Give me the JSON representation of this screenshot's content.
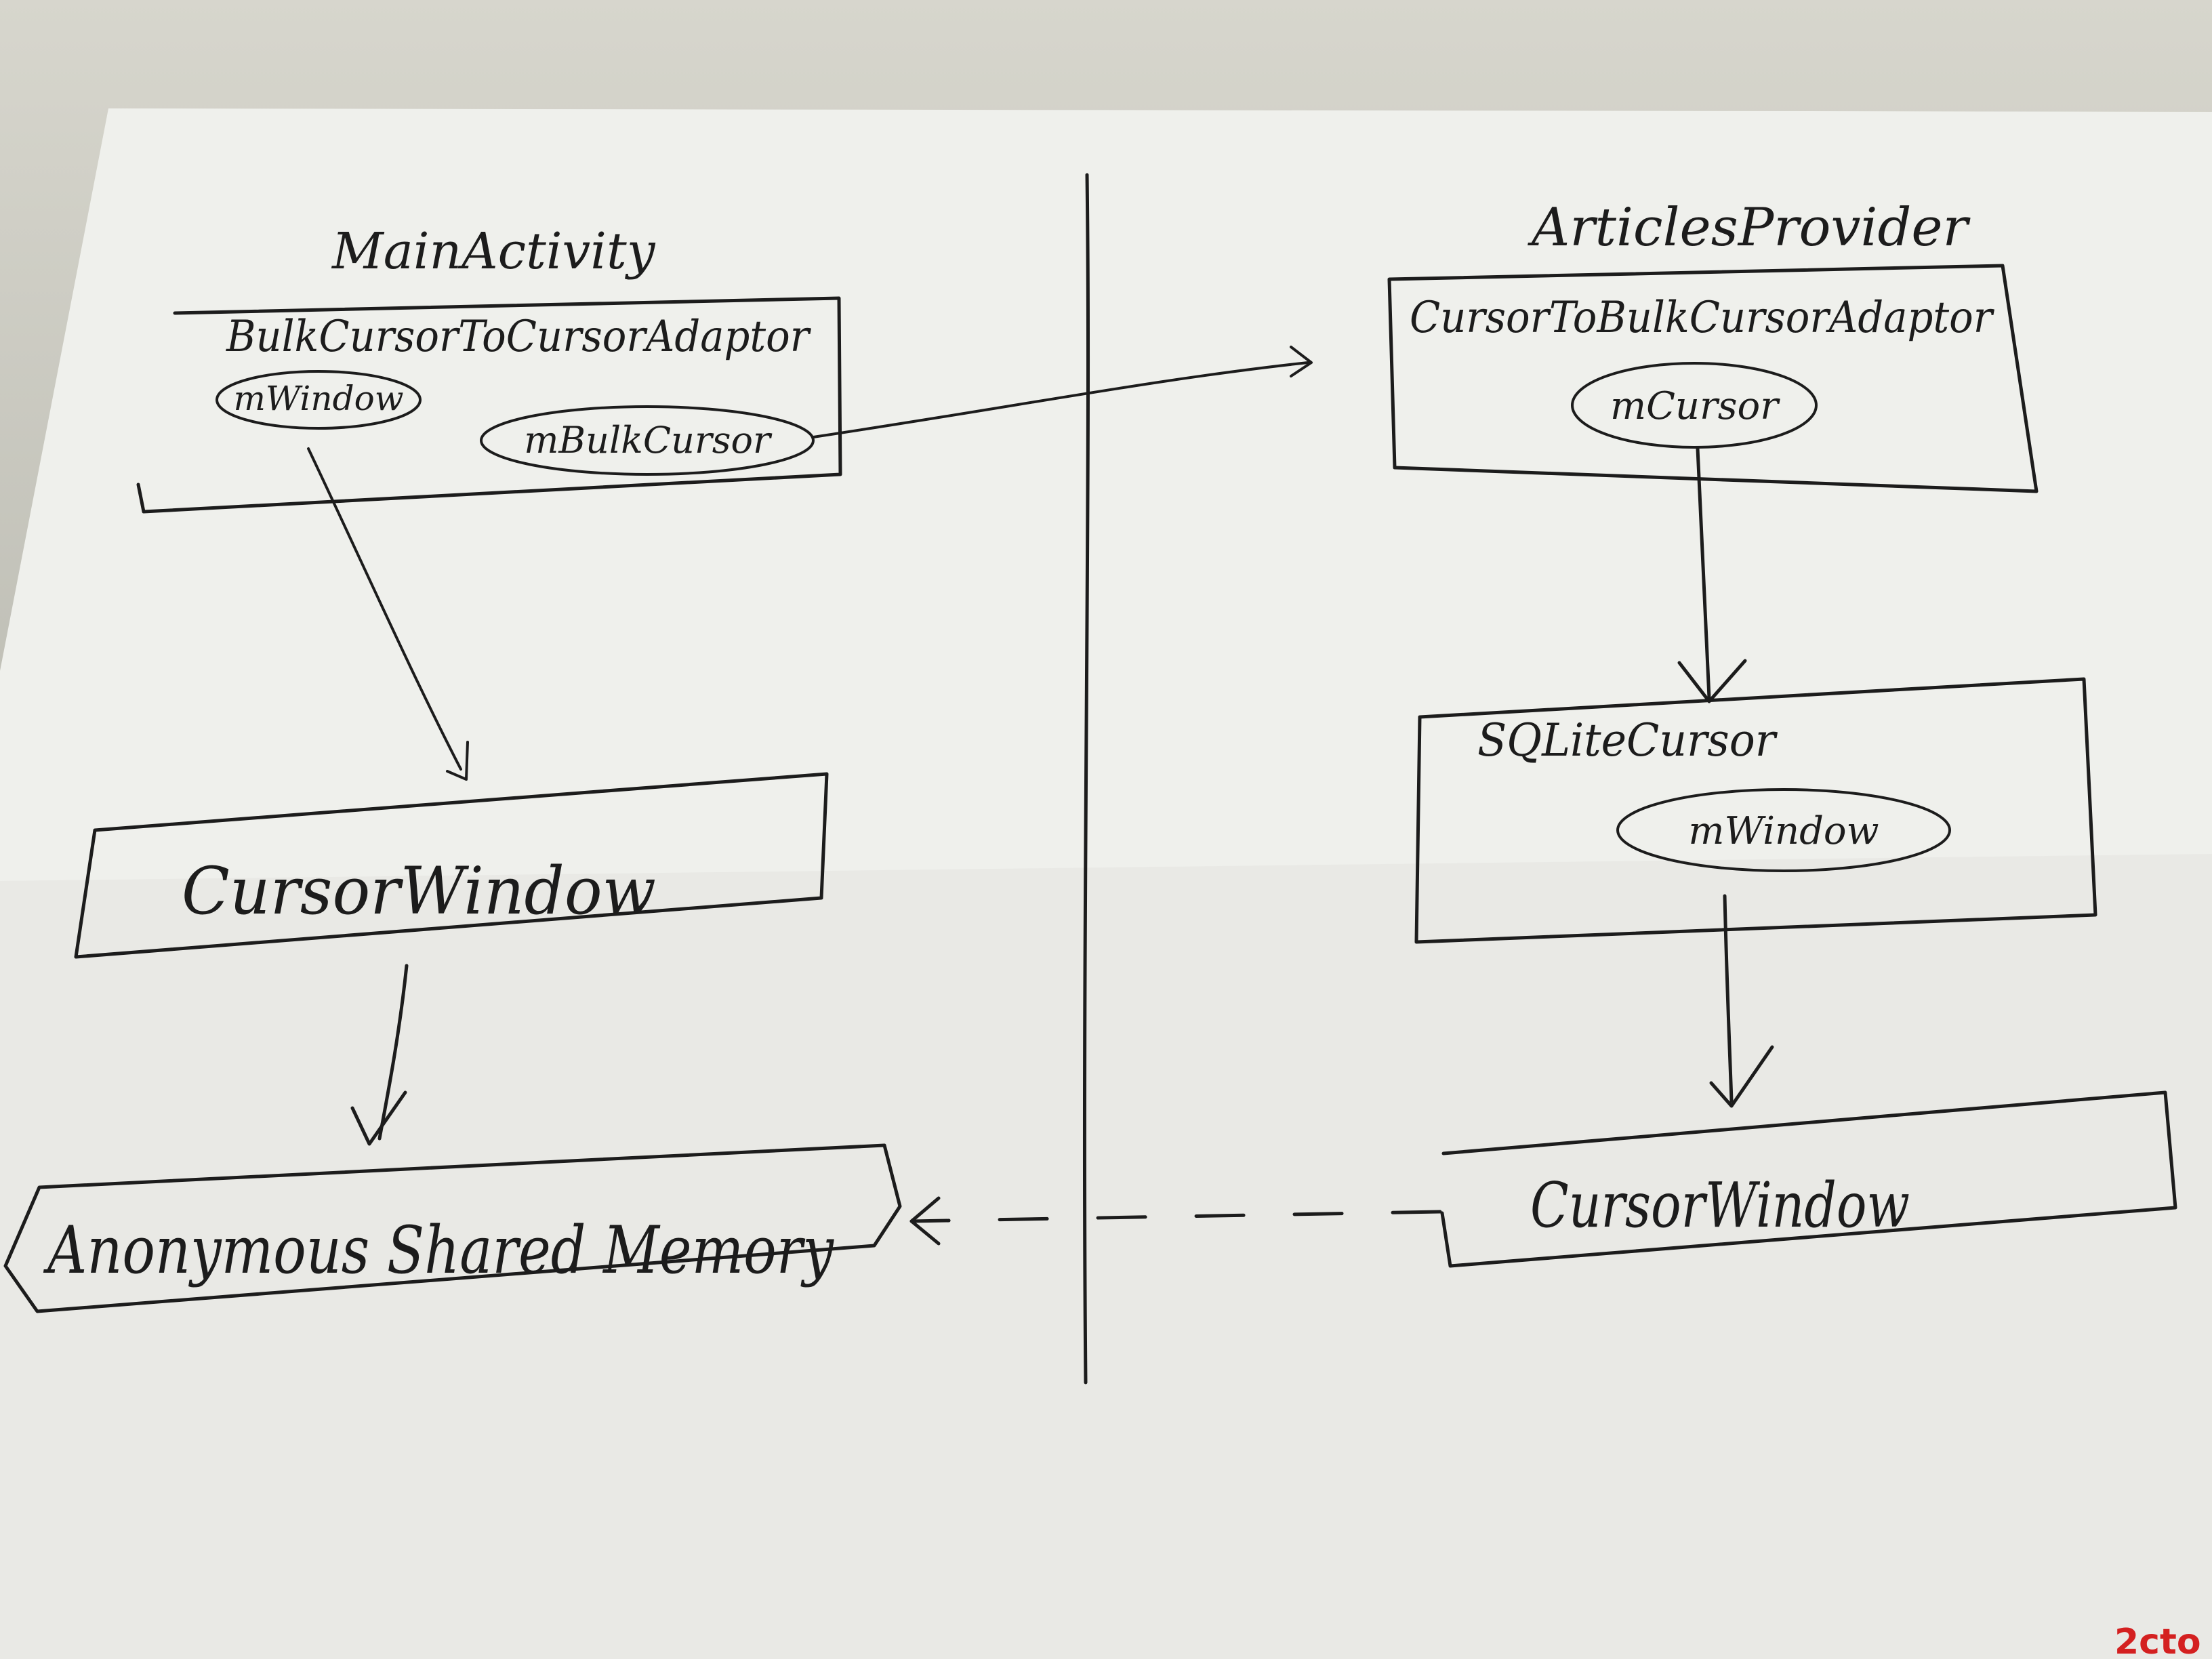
{
  "diagram": {
    "left_process": {
      "title": "MainActivity",
      "adaptor": {
        "label": "BulkCursorToCursorAdaptor",
        "fields": [
          "mWindow",
          "mBulkCursor"
        ]
      },
      "cursor_window": "CursorWindow",
      "shared_memory": "Anonymous Shared Memory"
    },
    "right_process": {
      "title": "ArticlesProvider",
      "adaptor": {
        "label": "CursorToBulkCursorAdaptor",
        "fields": [
          "mCursor"
        ]
      },
      "sqlite_cursor": {
        "label": "SQLiteCursor",
        "fields": [
          "mWindow"
        ]
      },
      "cursor_window": "CursorWindow"
    },
    "watermark": "2cto"
  },
  "colors": {
    "ink": "#1c1c1c",
    "watermark_red": "#d42020",
    "watermark_gray": "#555555"
  }
}
